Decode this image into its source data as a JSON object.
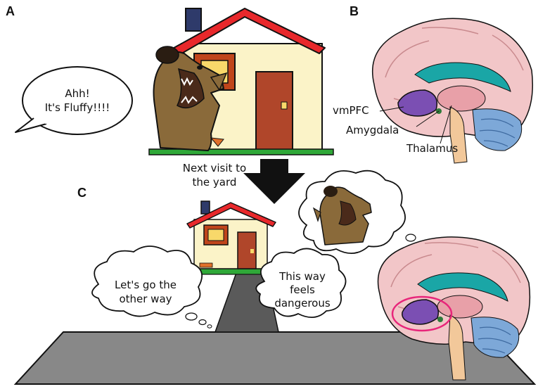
{
  "panels": {
    "a": {
      "letter": "A",
      "speech_line1": "Ahh!",
      "speech_line2": "It's Fluffy!!!!"
    },
    "b": {
      "letter": "B",
      "labels": {
        "vmpfc": "vmPFC",
        "amygdala": "Amygdala",
        "thalamus": "Thalamus"
      }
    },
    "c": {
      "letter": "C",
      "thought_left_line1": "Let's go the",
      "thought_left_line2": "other way",
      "thought_right_line1": "This way",
      "thought_right_line2": "feels",
      "thought_right_line3": "dangerous"
    }
  },
  "transition": {
    "line1": "Next visit to",
    "line2": "the yard"
  },
  "colors": {
    "roof": "#e8282b",
    "wall": "#fbf3c8",
    "door": "#b0462a",
    "window": "#f8d86a",
    "window_frame": "#c0451b",
    "dog": "#8a6a3a",
    "grass": "#2fa838",
    "road": "#888888",
    "road_dark": "#5a5a5a",
    "brain_cortex": "#f2c6c8",
    "brain_ventricle": "#1aa6a6",
    "vmpfc": "#7b4fb3",
    "thalamus": "#e8a0a8",
    "brainstem": "#f2c89a",
    "cerebellum": "#7da8d8",
    "highlight": "#e8257a"
  }
}
